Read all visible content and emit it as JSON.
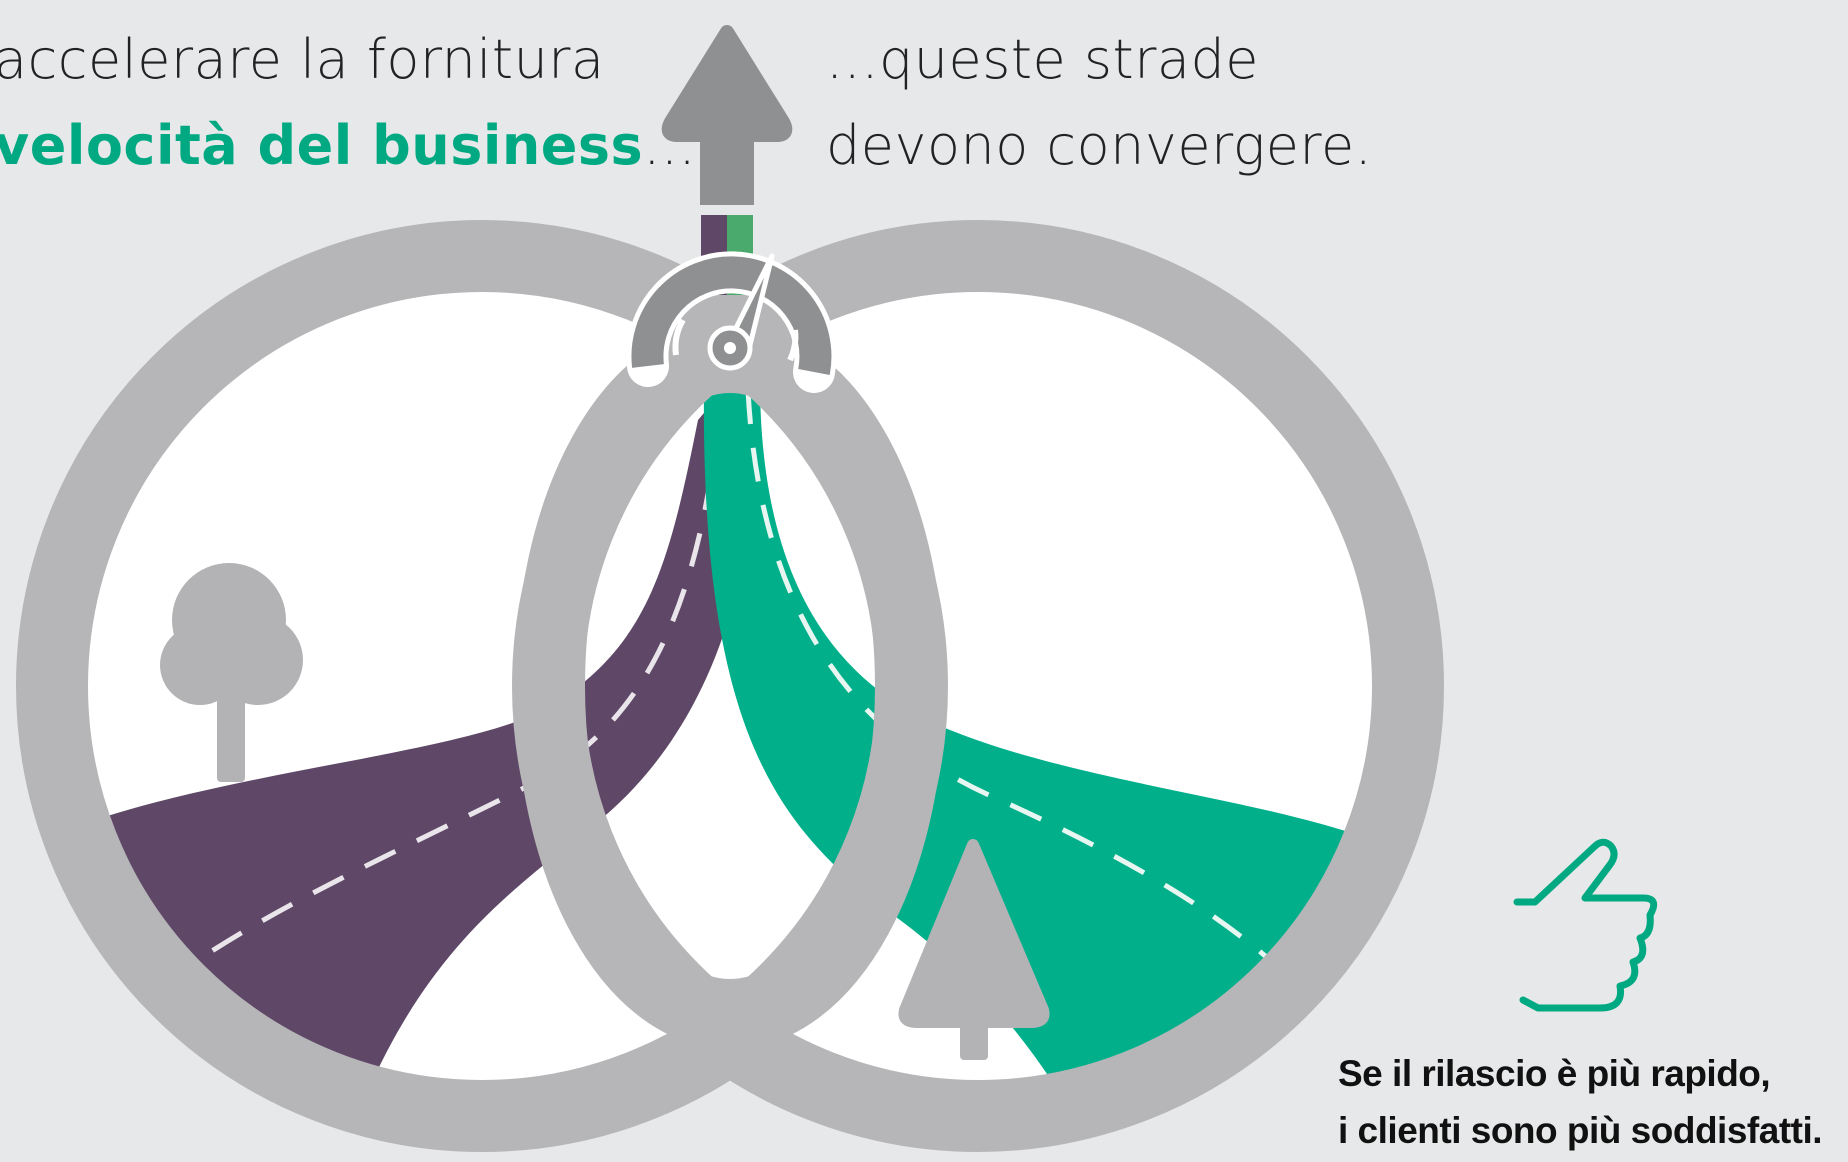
{
  "headline_left": {
    "line1": "accelerare la fornitura",
    "line2_accent": "velocità del business",
    "line2_suffix": "..."
  },
  "headline_right": {
    "line1": "...queste strade",
    "line2": "devono convergere."
  },
  "tagline": {
    "line1": "Se il rilascio è più rapido,",
    "line2": "i clienti sono più soddisfatti."
  },
  "colors": {
    "background": "#e6e8e9",
    "ring": "#b6b6b8",
    "road_left": "#5f4867",
    "road_right": "#01b08b",
    "accent_text": "#01a982",
    "icon_gray": "#8f9092"
  },
  "icons": [
    "up-arrow-icon",
    "speedometer-icon",
    "tree-icon",
    "pine-tree-icon",
    "thumbs-up-icon"
  ]
}
